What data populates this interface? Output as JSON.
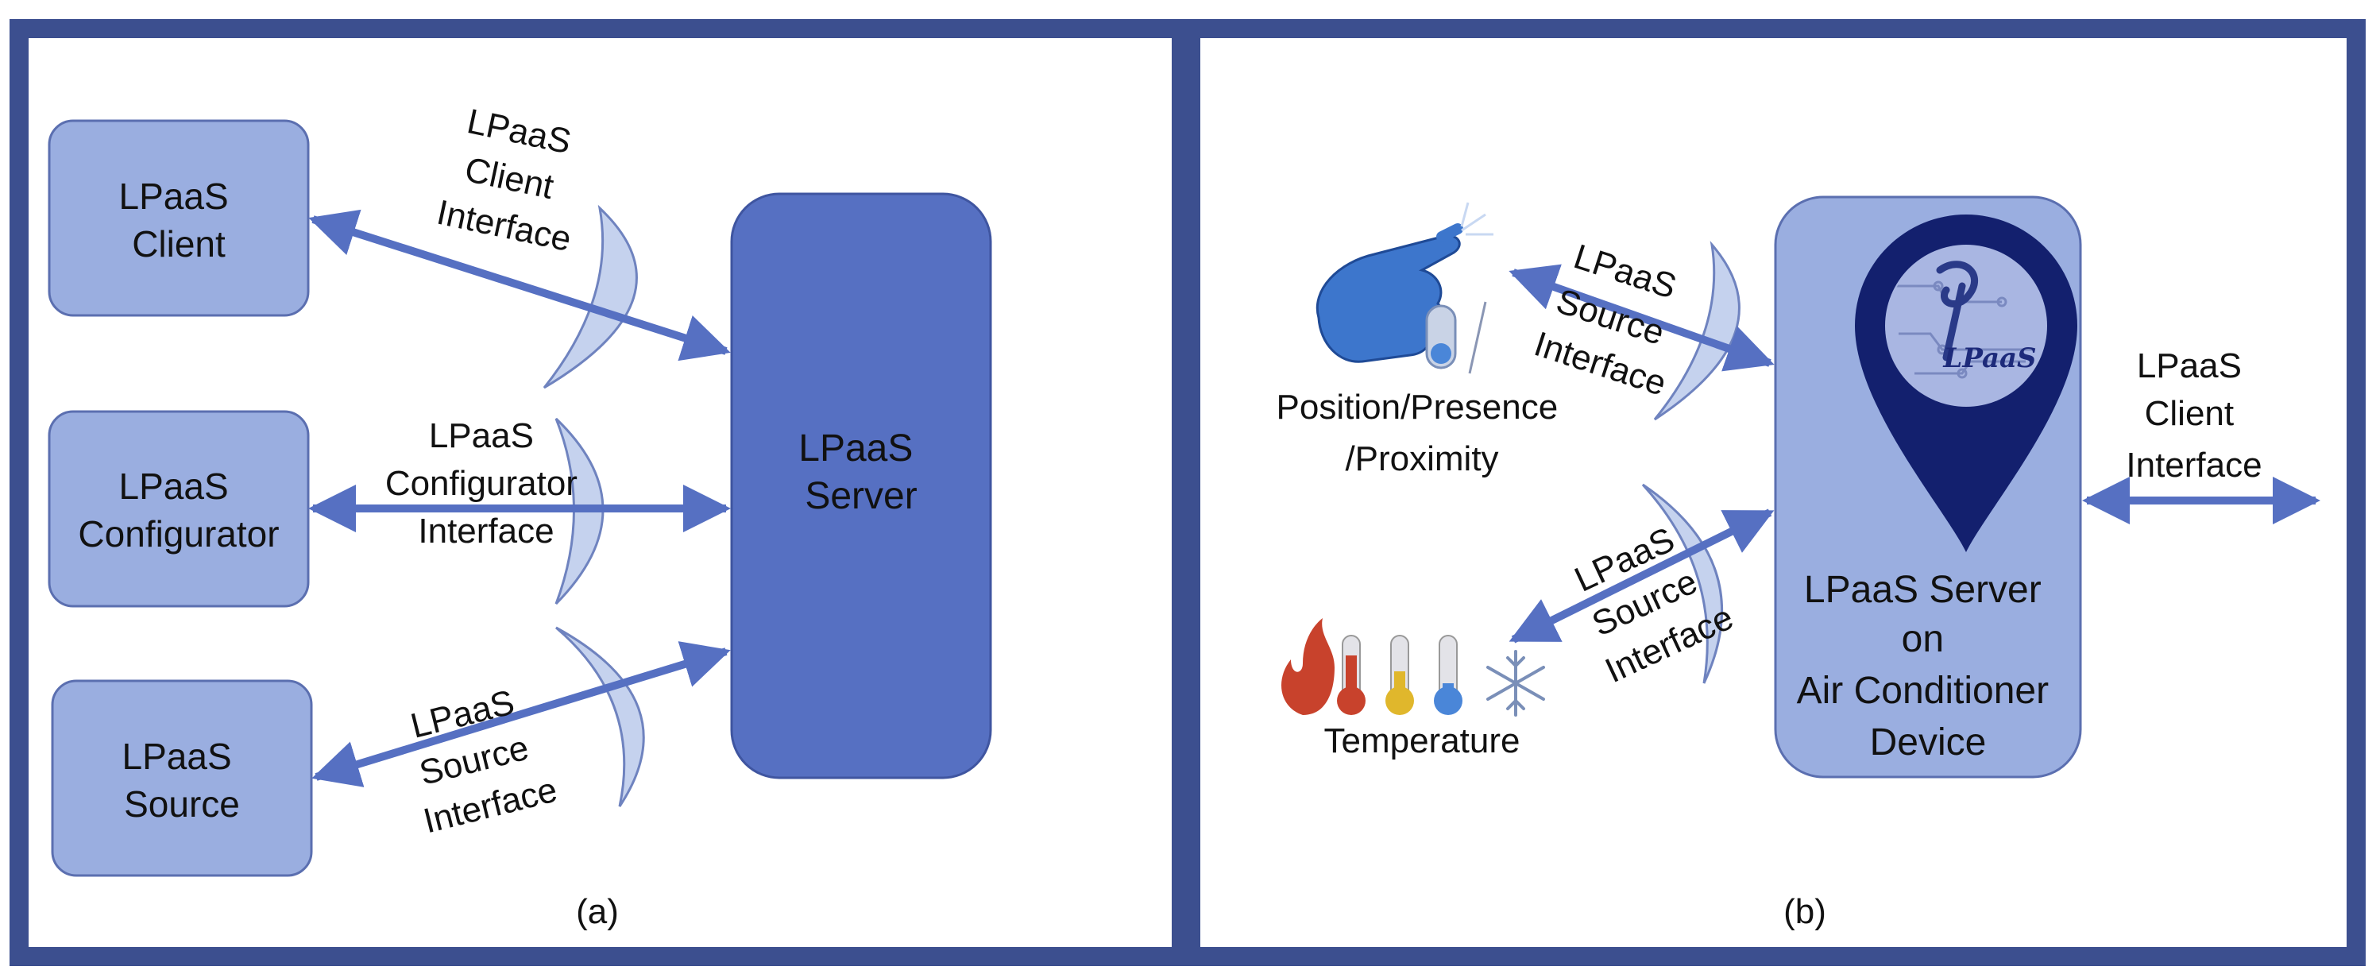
{
  "colors": {
    "frame": "#3c4f8f",
    "box_light": "#9aaee0",
    "box_light_stroke": "#5b6fb0",
    "server_dark": "#5670c2",
    "server_stroke": "#3f55a0",
    "arrow": "#5670c2",
    "arc_fill": "#c5d2ee",
    "arc_stroke": "#6f83bf",
    "pin_dark": "#13206e",
    "pin_light": "#a9b6e2"
  },
  "panel_a": {
    "caption": "(a)",
    "client_box": [
      "LPaaS",
      "Client"
    ],
    "configurator_box": [
      "LPaaS",
      "Configurator"
    ],
    "source_box": [
      "LPaaS",
      "Source"
    ],
    "server_box": [
      "LPaaS",
      "Server"
    ],
    "client_interface": [
      "LPaaS",
      "Client",
      "Interface"
    ],
    "configurator_interface": [
      "LPaaS",
      "Configurator",
      "Interface"
    ],
    "source_interface": [
      "LPaaS",
      "Source",
      "Interface"
    ]
  },
  "panel_b": {
    "caption": "(b)",
    "server_box": [
      "LPaaS Server",
      "on",
      "Air Conditioner",
      "Device"
    ],
    "logo_text": "LPaaS",
    "position_label": [
      "Position/Presence",
      "/Proximity"
    ],
    "temperature_label": "Temperature",
    "source_interface_top": [
      "LPaaS",
      "Source",
      "Interface"
    ],
    "source_interface_bottom": [
      "LPaaS",
      "Source",
      "Interface"
    ],
    "client_interface": [
      "LPaaS",
      "Client",
      "Interface"
    ],
    "icons": [
      "pointing-hand-icon",
      "toggle-switch-icon",
      "flame-icon",
      "thermometer-hot-icon",
      "thermometer-warm-icon",
      "thermometer-cold-icon",
      "snowflake-icon",
      "location-pin-icon"
    ]
  }
}
